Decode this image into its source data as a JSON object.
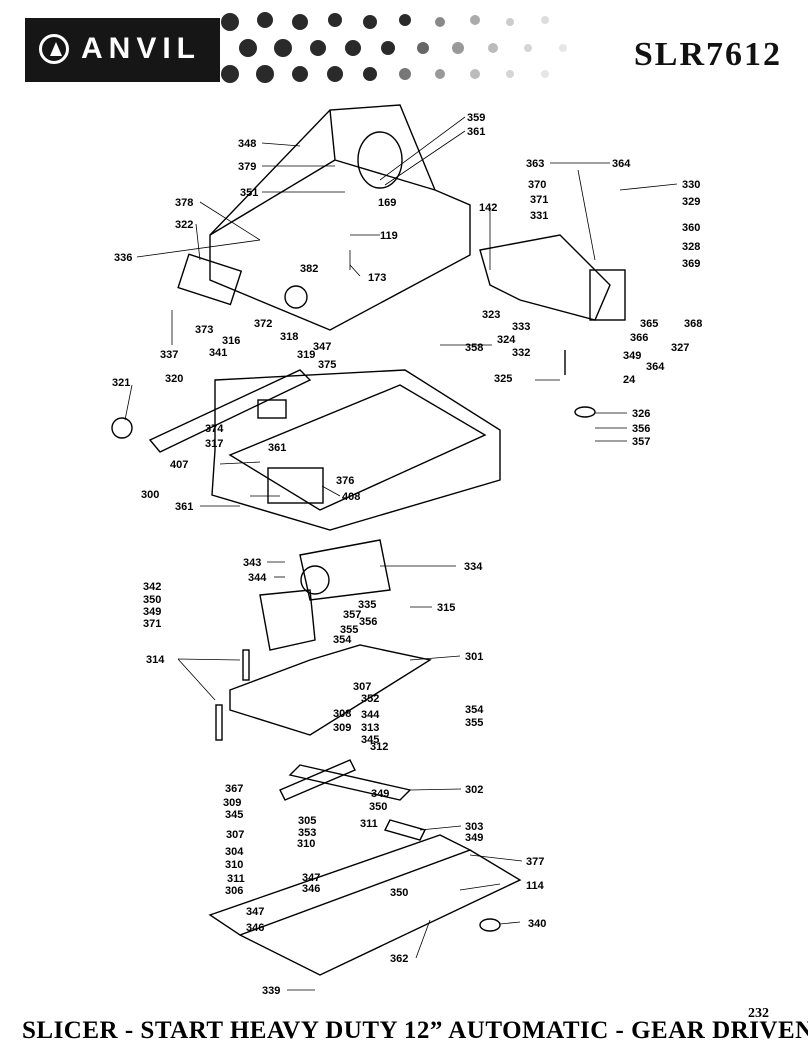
{
  "header": {
    "brand": "ANVIL",
    "model": "SLR7612"
  },
  "footer": {
    "title": "SLICER - START HEAVY DUTY 12” AUTOMATIC - GEAR DRIVEN",
    "page_number": "232"
  },
  "icons": [
    "anvil-logo-icon",
    "anvil-pattern-icon"
  ],
  "colors": {
    "logo_background": "#161616",
    "ink": "#000000"
  },
  "parts": [
    "348",
    "379",
    "351",
    "359",
    "361",
    "169",
    "378",
    "322",
    "336",
    "119",
    "382",
    "173",
    "337",
    "373",
    "341",
    "316",
    "372",
    "318",
    "319",
    "347",
    "375",
    "358",
    "321",
    "320",
    "374",
    "317",
    "361",
    "407",
    "376",
    "408",
    "300",
    "361",
    "363",
    "364",
    "370",
    "330",
    "371",
    "329",
    "331",
    "142",
    "360",
    "328",
    "369",
    "323",
    "333",
    "324",
    "365",
    "368",
    "366",
    "327",
    "349",
    "364",
    "332",
    "325",
    "24",
    "326",
    "356",
    "357",
    "343",
    "344",
    "334",
    "342",
    "350",
    "349",
    "371",
    "357",
    "335",
    "356",
    "315",
    "355",
    "354",
    "301",
    "314",
    "307",
    "352",
    "354",
    "344",
    "355",
    "308",
    "309",
    "313",
    "345",
    "312",
    "367",
    "309",
    "345",
    "302",
    "307",
    "349",
    "350",
    "305",
    "311",
    "303",
    "304",
    "353",
    "349",
    "310",
    "310",
    "377",
    "311",
    "347",
    "306",
    "346",
    "114",
    "350",
    "347",
    "346",
    "340",
    "362",
    "339"
  ]
}
